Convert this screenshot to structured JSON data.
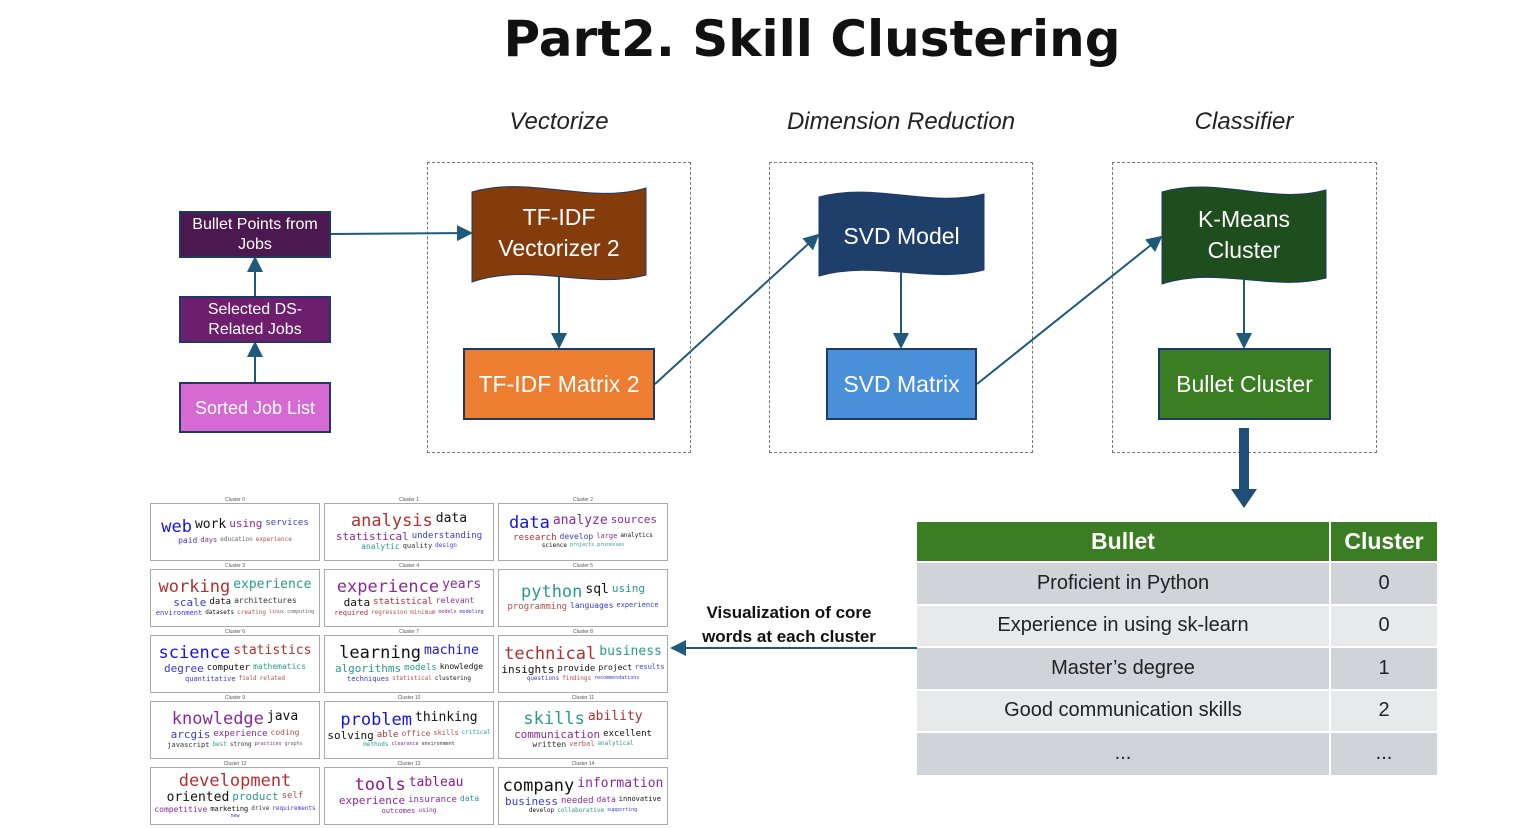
{
  "title": "Part2. Skill Clustering",
  "sections": {
    "vectorize": "Vectorize",
    "dimension": "Dimension Reduction",
    "classifier": "Classifier"
  },
  "left_boxes": {
    "bullet_points": "Bullet Points from Jobs",
    "selected": "Selected DS-Related Jobs",
    "sorted": "Sorted Job List"
  },
  "nodes": {
    "tfidf_vectorizer": "TF-IDF Vectorizer 2",
    "tfidf_matrix": "TF-IDF Matrix 2",
    "svd_model": "SVD Model",
    "svd_matrix": "SVD Matrix",
    "kmeans": "K-Means Cluster",
    "bullet_cluster": "Bullet Cluster"
  },
  "colors": {
    "bullet_points": "#4b1850",
    "selected": "#6d1f6d",
    "sorted": "#d46ad2",
    "tfidf_vectorizer": "#843c0c",
    "tfidf_matrix": "#ed7d31",
    "svd_model": "#1f3f6b",
    "svd_matrix": "#4a90d9",
    "kmeans": "#1e4d1e",
    "bullet_cluster": "#3a7d22",
    "arrow": "#1f5a7a"
  },
  "table": {
    "headers": [
      "Bullet",
      "Cluster"
    ],
    "rows": [
      [
        "Proficient in Python",
        "0"
      ],
      [
        "Experience in using sk-learn",
        "0"
      ],
      [
        "Master’s degree",
        "1"
      ],
      [
        "Good communication skills",
        "2"
      ],
      [
        "...",
        "..."
      ]
    ]
  },
  "viz_label": "Visualization of core words at each cluster",
  "clusters": [
    {
      "title": "Cluster 0",
      "words": [
        [
          "web",
          "#1515e0"
        ],
        [
          "work",
          "#111"
        ],
        [
          "using",
          "#8a2a9a"
        ],
        [
          "services",
          "#3a3ad0"
        ],
        [
          "paid",
          "#3a3ad0"
        ],
        [
          "days",
          "#8a2a9a"
        ],
        [
          "education",
          "#666"
        ],
        [
          "experience",
          "#b05050"
        ]
      ]
    },
    {
      "title": "Cluster 1",
      "words": [
        [
          "analysis",
          "#b03030"
        ],
        [
          "data",
          "#111"
        ],
        [
          "statistical",
          "#8a2a9a"
        ],
        [
          "understanding",
          "#3a3ad0"
        ],
        [
          "analytic",
          "#2a9a8a"
        ],
        [
          "quality",
          "#333"
        ],
        [
          "design",
          "#3a3ad0"
        ]
      ]
    },
    {
      "title": "Cluster 2",
      "words": [
        [
          "data",
          "#1515e0"
        ],
        [
          "analyze",
          "#8a2a9a"
        ],
        [
          "sources",
          "#8a2a9a"
        ],
        [
          "research",
          "#b03030"
        ],
        [
          "develop",
          "#3a3ad0"
        ],
        [
          "large",
          "#8a2a9a"
        ],
        [
          "analytics",
          "#111"
        ],
        [
          "science",
          "#111"
        ],
        [
          "projects",
          "#2a9a8a"
        ],
        [
          "processes",
          "#2a9a8a"
        ]
      ]
    },
    {
      "title": "Cluster 3",
      "words": [
        [
          "working",
          "#b03030"
        ],
        [
          "experience",
          "#2a9a8a"
        ],
        [
          "scale",
          "#3a3ad0"
        ],
        [
          "data",
          "#111"
        ],
        [
          "architectures",
          "#333"
        ],
        [
          "environment",
          "#3a3ad0"
        ],
        [
          "datasets",
          "#111"
        ],
        [
          "creating",
          "#b05050"
        ],
        [
          "linux",
          "#b05050"
        ],
        [
          "computing",
          "#666"
        ]
      ]
    },
    {
      "title": "Cluster 4",
      "words": [
        [
          "experience",
          "#8a2a9a"
        ],
        [
          "years",
          "#8a2a9a"
        ],
        [
          "data",
          "#111"
        ],
        [
          "statistical",
          "#b03030"
        ],
        [
          "relevant",
          "#8a2a9a"
        ],
        [
          "required",
          "#b03030"
        ],
        [
          "regression",
          "#b05050"
        ],
        [
          "minimum",
          "#b05050"
        ],
        [
          "models",
          "#8a2a9a"
        ],
        [
          "modeling",
          "#3a3ad0"
        ]
      ]
    },
    {
      "title": "Cluster 5",
      "words": [
        [
          "python",
          "#2a9a8a"
        ],
        [
          "sql",
          "#111"
        ],
        [
          "using",
          "#2a9a8a"
        ],
        [
          "programming",
          "#b05050"
        ],
        [
          "languages",
          "#3a3ad0"
        ],
        [
          "experience",
          "#3a3ad0"
        ]
      ]
    },
    {
      "title": "Cluster 6",
      "words": [
        [
          "science",
          "#1515e0"
        ],
        [
          "statistics",
          "#b03030"
        ],
        [
          "degree",
          "#3a3ad0"
        ],
        [
          "computer",
          "#111"
        ],
        [
          "mathematics",
          "#2a9a8a"
        ],
        [
          "quantitative",
          "#3a3ad0"
        ],
        [
          "field",
          "#b05050"
        ],
        [
          "related",
          "#b05050"
        ]
      ]
    },
    {
      "title": "Cluster 7",
      "words": [
        [
          "learning",
          "#111"
        ],
        [
          "machine",
          "#1515e0"
        ],
        [
          "algorithms",
          "#2a9a8a"
        ],
        [
          "models",
          "#2a9a8a"
        ],
        [
          "knowledge",
          "#111"
        ],
        [
          "techniques",
          "#3a3ad0"
        ],
        [
          "statistical",
          "#b05050"
        ],
        [
          "clustering",
          "#111"
        ]
      ]
    },
    {
      "title": "Cluster 8",
      "words": [
        [
          "technical",
          "#b03030"
        ],
        [
          "business",
          "#2a9a8a"
        ],
        [
          "insights",
          "#111"
        ],
        [
          "provide",
          "#111"
        ],
        [
          "project",
          "#111"
        ],
        [
          "results",
          "#3a3ad0"
        ],
        [
          "questions",
          "#3a3ad0"
        ],
        [
          "findings",
          "#b05050"
        ],
        [
          "recommendations",
          "#3a3ad0"
        ]
      ]
    },
    {
      "title": "Cluster 9",
      "words": [
        [
          "knowledge",
          "#8a2a9a"
        ],
        [
          "java",
          "#111"
        ],
        [
          "arcgis",
          "#3a3ad0"
        ],
        [
          "experience",
          "#8a2a9a"
        ],
        [
          "coding",
          "#b05050"
        ],
        [
          "javascript",
          "#333"
        ],
        [
          "best",
          "#2a9a8a"
        ],
        [
          "strong",
          "#333"
        ],
        [
          "practices",
          "#8a2a9a"
        ],
        [
          "graphs",
          "#666"
        ]
      ]
    },
    {
      "title": "Cluster 10",
      "words": [
        [
          "problem",
          "#1515e0"
        ],
        [
          "thinking",
          "#111"
        ],
        [
          "solving",
          "#111"
        ],
        [
          "able",
          "#b03030"
        ],
        [
          "office",
          "#b05050"
        ],
        [
          "skills",
          "#b05050"
        ],
        [
          "critical",
          "#2a9a8a"
        ],
        [
          "methods",
          "#2a9a8a"
        ],
        [
          "clearance",
          "#8a2a9a"
        ],
        [
          "environment",
          "#333"
        ]
      ]
    },
    {
      "title": "Cluster 11",
      "words": [
        [
          "skills",
          "#2a9a8a"
        ],
        [
          "ability",
          "#b03030"
        ],
        [
          "communication",
          "#8a2a9a"
        ],
        [
          "excellent",
          "#111"
        ],
        [
          "written",
          "#333"
        ],
        [
          "verbal",
          "#b05050"
        ],
        [
          "analytical",
          "#2a9a8a"
        ]
      ]
    },
    {
      "title": "Cluster 12",
      "words": [
        [
          "development",
          "#b03030"
        ],
        [
          "oriented",
          "#111"
        ],
        [
          "product",
          "#2a9a8a"
        ],
        [
          "self",
          "#b05050"
        ],
        [
          "competitive",
          "#8a2a9a"
        ],
        [
          "marketing",
          "#111"
        ],
        [
          "drive",
          "#333"
        ],
        [
          "requirements",
          "#3a3ad0"
        ],
        [
          "new",
          "#3a3ad0"
        ]
      ]
    },
    {
      "title": "Cluster 13",
      "words": [
        [
          "tools",
          "#8a1a8a"
        ],
        [
          "tableau",
          "#8a1a8a"
        ],
        [
          "experience",
          "#8a2a9a"
        ],
        [
          "insurance",
          "#8a2a9a"
        ],
        [
          "data",
          "#2a9a8a"
        ],
        [
          "outcomes",
          "#8a2a9a"
        ],
        [
          "using",
          "#8a2a9a"
        ]
      ]
    },
    {
      "title": "Cluster 14",
      "words": [
        [
          "company",
          "#111"
        ],
        [
          "information",
          "#8a2a9a"
        ],
        [
          "business",
          "#3a3ad0"
        ],
        [
          "needed",
          "#8a2a9a"
        ],
        [
          "data",
          "#8a2a9a"
        ],
        [
          "innovative",
          "#111"
        ],
        [
          "develop",
          "#111"
        ],
        [
          "collaborative",
          "#2a9a8a"
        ],
        [
          "supporting",
          "#3a3ad0"
        ]
      ]
    }
  ]
}
